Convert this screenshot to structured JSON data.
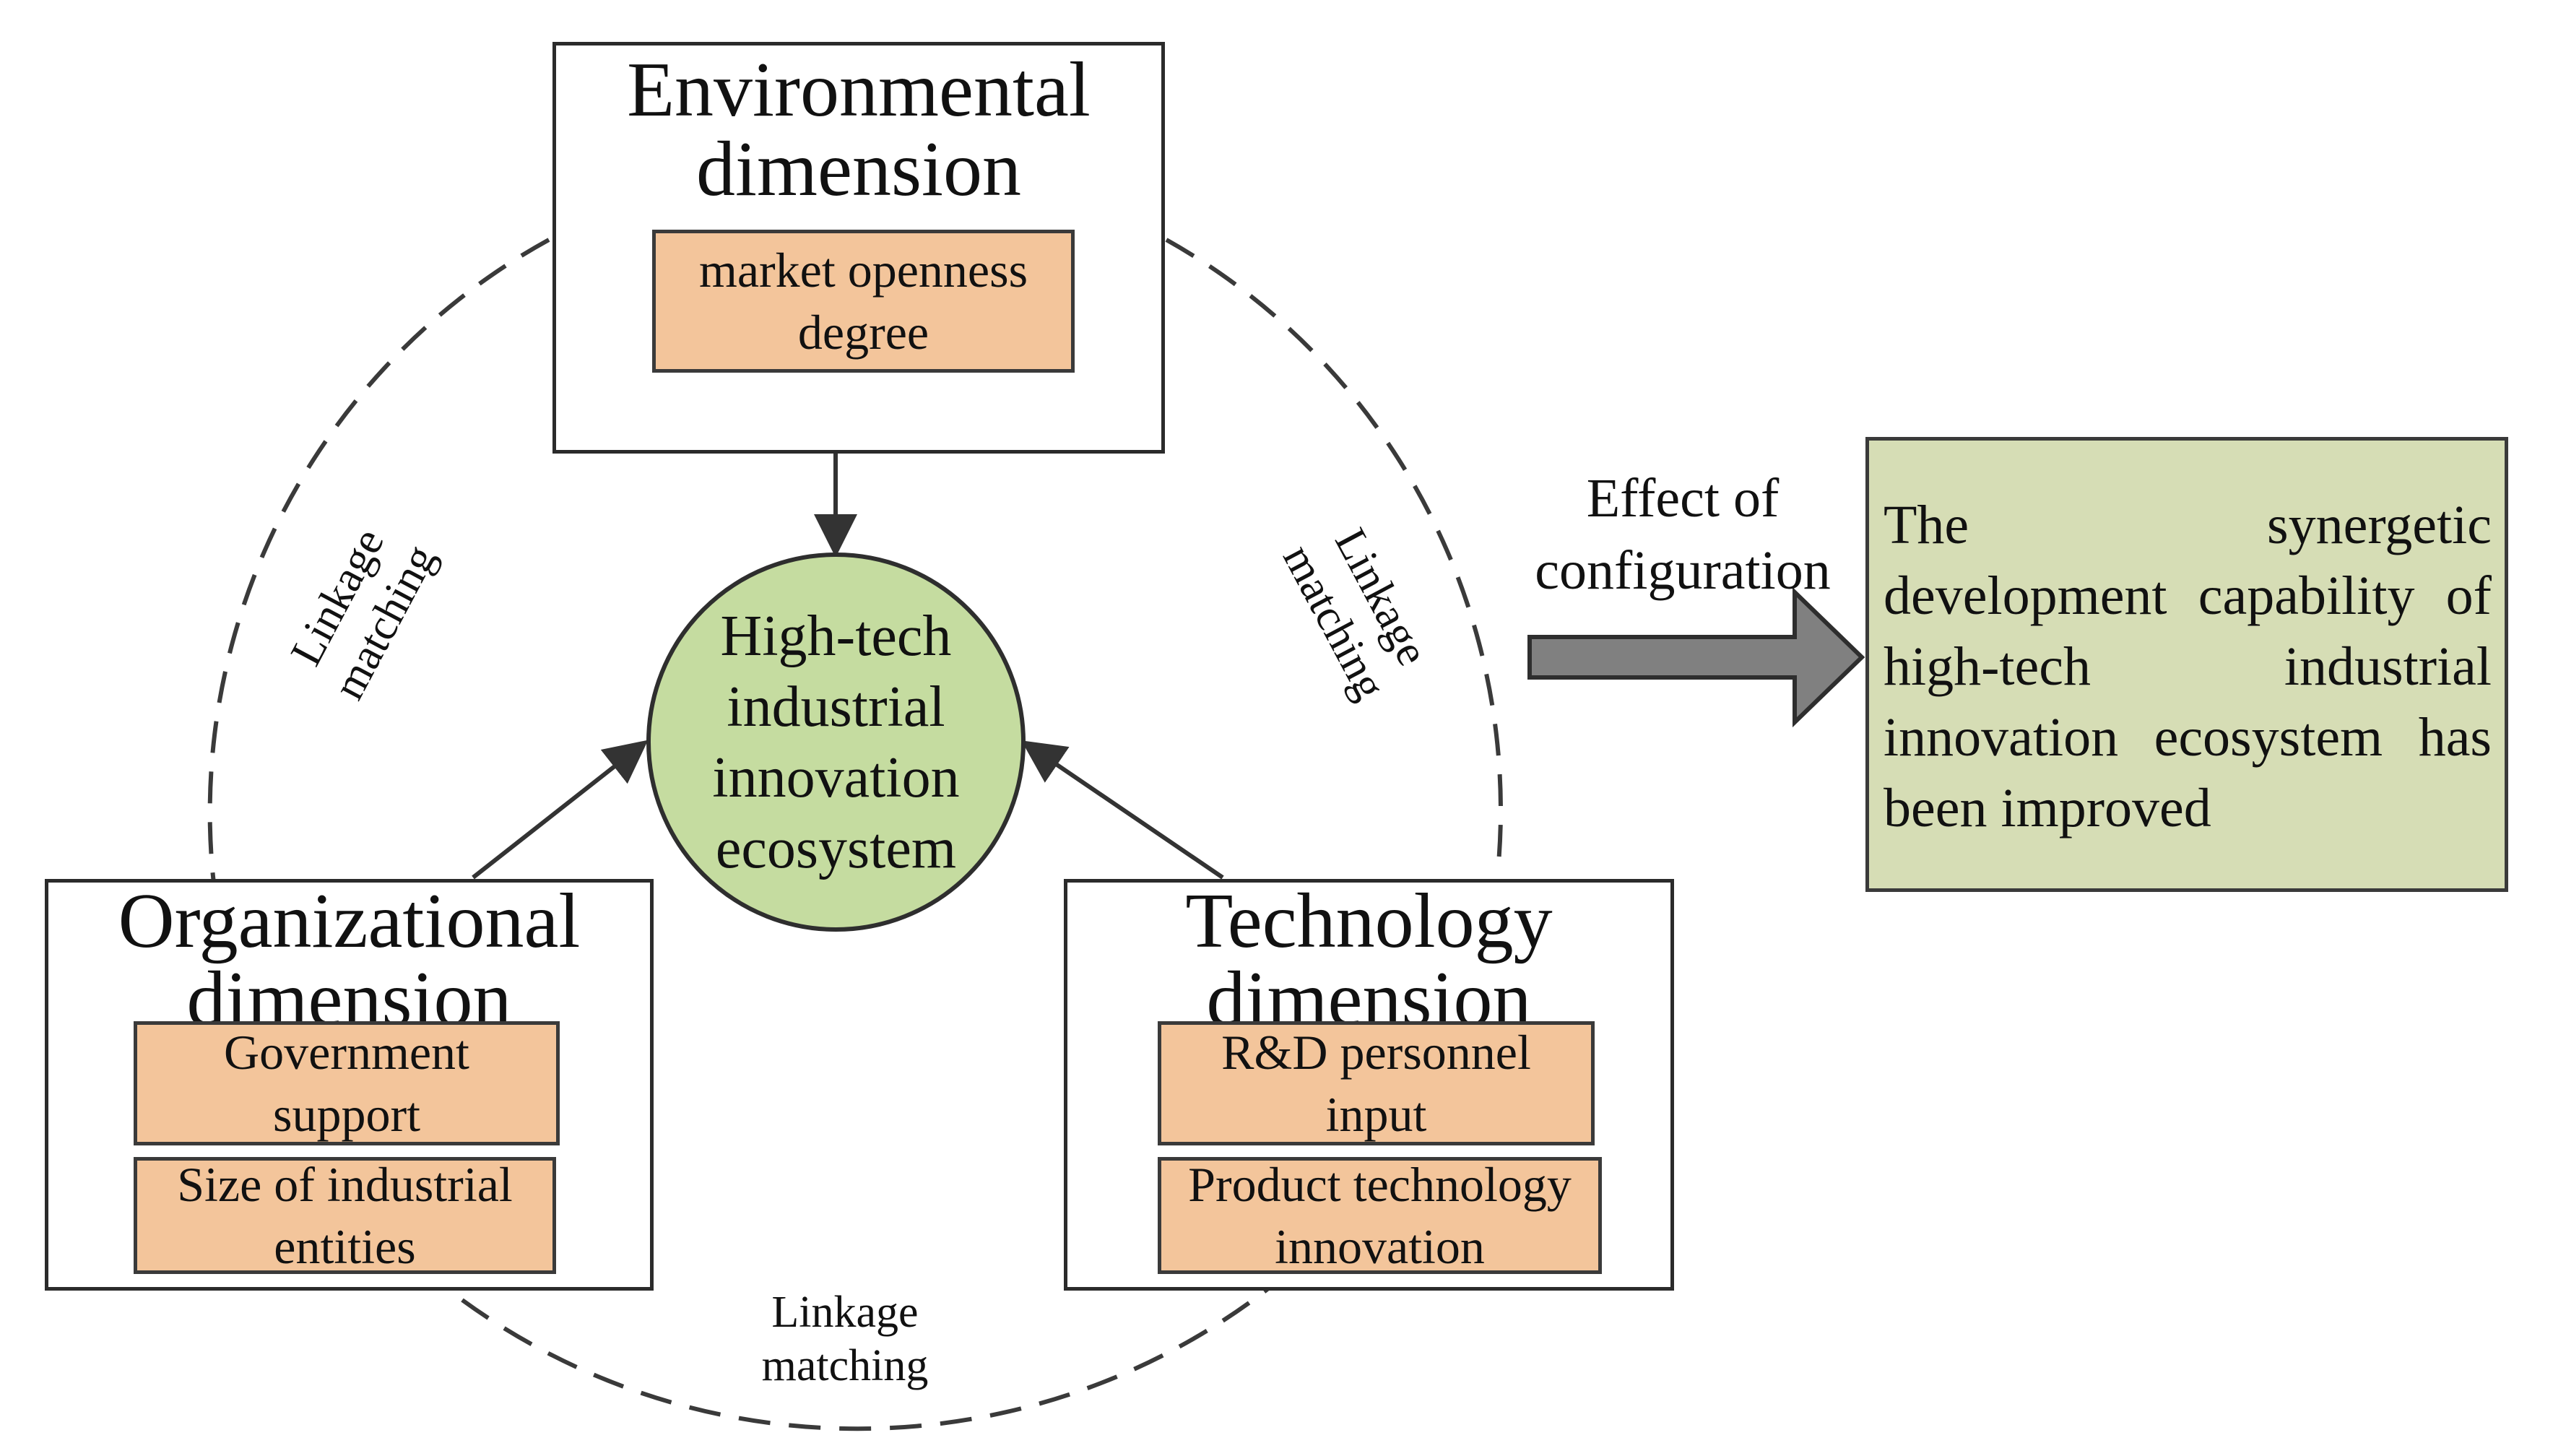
{
  "center": {
    "label": "High-tech industrial innovation ecosystem"
  },
  "environmental": {
    "title_line1": "Environmental",
    "title_line2": "dimension",
    "factors": [
      "market openness degree"
    ]
  },
  "organizational": {
    "title_line1": "Organizational",
    "title_line2": "dimension",
    "factors": [
      "Government support",
      "Size of industrial entities"
    ]
  },
  "technology": {
    "title_line1": "Technology",
    "title_line2": "dimension",
    "factors": [
      "R&D personnel input",
      "Product technology innovation"
    ]
  },
  "linkage": {
    "left": "Linkage matching",
    "right": "Linkage matching",
    "bottom": "Linkage matching"
  },
  "effect": {
    "line1": "Effect of",
    "line2": "configuration"
  },
  "result": {
    "text": "The synergetic development capability of high-tech industrial innovation ecosystem has been improved"
  },
  "colors": {
    "factor_fill": "#f3c59b",
    "center_fill": "#c5dca0",
    "result_fill": "#d6ddb5",
    "arrow_fill": "#808080"
  }
}
